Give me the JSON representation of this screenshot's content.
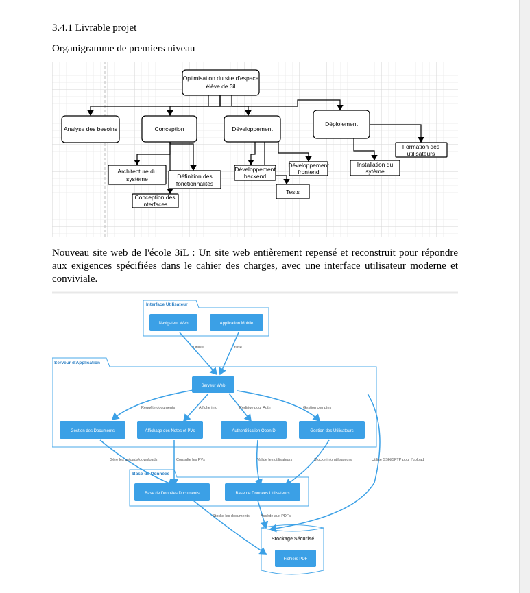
{
  "document": {
    "section_heading": "3.4.1 Livrable projet",
    "figure1_caption": "Organigramme de premiers niveau",
    "paragraph": "Nouveau site web de l'école 3iL : Un site web entièrement repensé et reconstruit pour répondre aux exigences spécifiées dans le cahier des charges, avec une interface utilisateur moderne et conviviale."
  },
  "org_chart": {
    "root": "Optimisation du site d'espace élève de 3il",
    "nodes": {
      "analyse": "Analyse des besoins",
      "conception": "Conception",
      "developpement": "Développement",
      "deploiement": "Déploiement",
      "architecture": "Architecture du système",
      "definition": "Définition des fonctionnalités",
      "conception_interfaces": "Conception des interfaces",
      "dev_backend": "Développement backend",
      "dev_frontend": "Développement frontend",
      "tests": "Tests",
      "installation": "Installation du sytème",
      "formation": "Formation des utilisateurs"
    }
  },
  "architecture": {
    "ui_package": "Interface Utilisateur",
    "app_package": "Serveur d'Application",
    "db_package": "Base de Données",
    "storage": "Stockage Sécurisé",
    "components": {
      "browser": "Navigateur Web",
      "mobile": "Application Mobile",
      "web_server": "Serveur Web",
      "docs": "Gestion des Documents",
      "grades": "Affichage des Notes et PVs",
      "auth": "Authentification OpenID",
      "users": "Gestion des Utilisateurs",
      "db_docs": "Base de Données Documents",
      "db_users": "Base de Données Utilisateurs",
      "pdf": "Fichiers PDF"
    },
    "edge_labels": {
      "utilise_1": "Utilise",
      "utilise_2": "Utilise",
      "requete": "Requête documents",
      "affiche": "Affiche info",
      "redirige": "Redirige pour Auth",
      "gestion_comptes": "Gestion comptes",
      "gere": "Gère les uploads/downloads",
      "consulte": "Consulte les PVs",
      "valide": "Valide les utilisateurs",
      "stocke_info": "Stocke info utilisateurs",
      "ssh": "Utilise SSH/SFTP pour l'upload",
      "stocke_docs": "Stocke les documents",
      "accede": "Accède aux PDFs"
    }
  },
  "colors": {
    "component_fill": "#3ba0e6",
    "component_text": "#ffffff",
    "package_border": "#4aa8e8",
    "package_label": "#2b7fc4",
    "edge": "#3ba0e6",
    "grid_minor": "#ececec",
    "grid_major": "#d4d4d4"
  }
}
